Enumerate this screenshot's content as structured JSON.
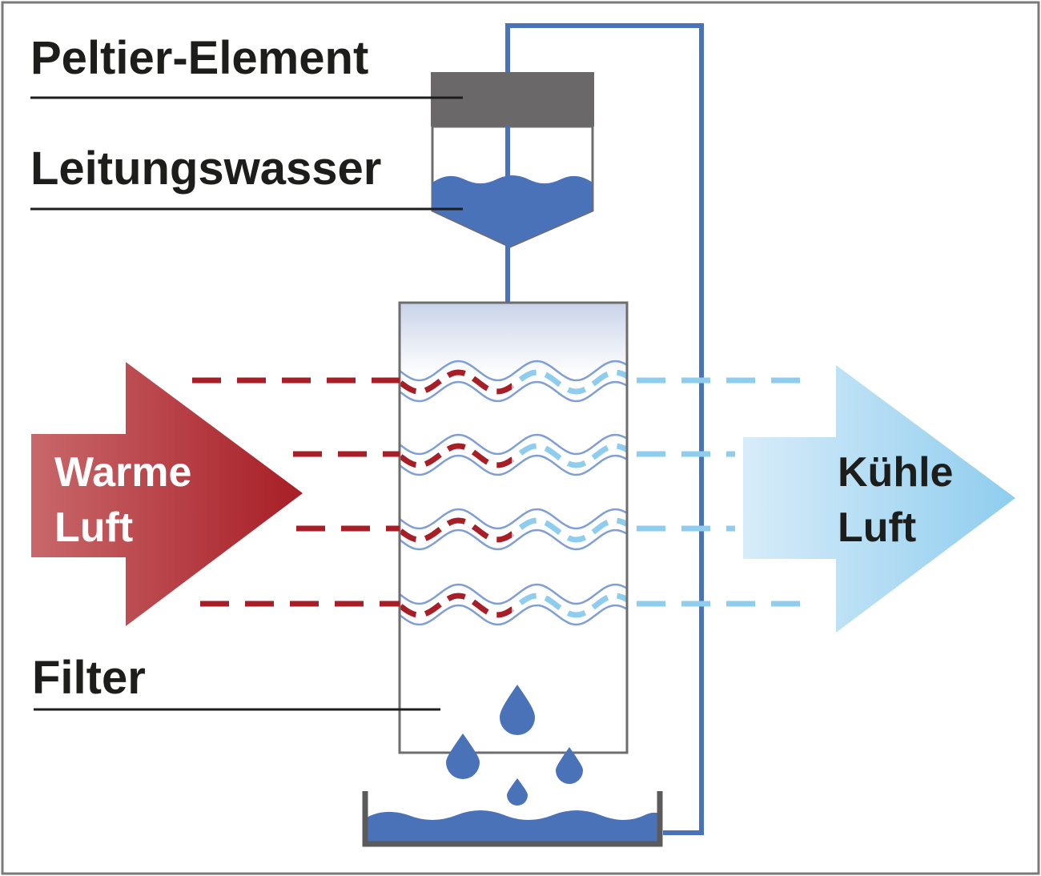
{
  "labels": {
    "peltier": "Peltier-Element",
    "tap_water": "Leitungswasser",
    "filter": "Filter"
  },
  "warm_air": {
    "line1": "Warme",
    "line2": "Luft"
  },
  "cool_air": {
    "line1": "Kühle",
    "line2": "Luft"
  },
  "colors": {
    "warm": "#a81e26",
    "cool": "#8fcdee",
    "water": "#4a72b8",
    "peltier": "#6a6869",
    "frame": "#6d6d6d",
    "text": "#1d1d1b"
  }
}
